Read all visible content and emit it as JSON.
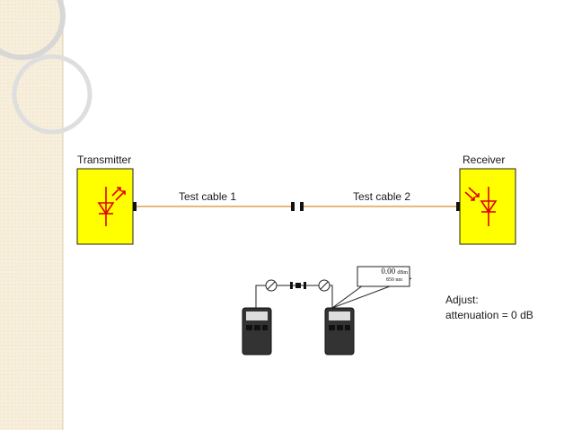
{
  "labels": {
    "transmitter": "Transmitter",
    "receiver": "Receiver",
    "test_cable_1": "Test cable  1",
    "test_cable_2": "Test cable 2"
  },
  "power_meter_callout": {
    "value": "0.00",
    "value_unit": "dBm",
    "wavelength": "850",
    "wavelength_unit": "nm"
  },
  "adjust_note": {
    "line1": "Adjust:",
    "line2": "attenuation = 0 dB"
  },
  "colors": {
    "side_panel": "#f7eedb",
    "device_fill": "#ffff00",
    "symbol_red": "#e00000",
    "cable_orange": "#e8b87a",
    "connector": "#111111"
  }
}
